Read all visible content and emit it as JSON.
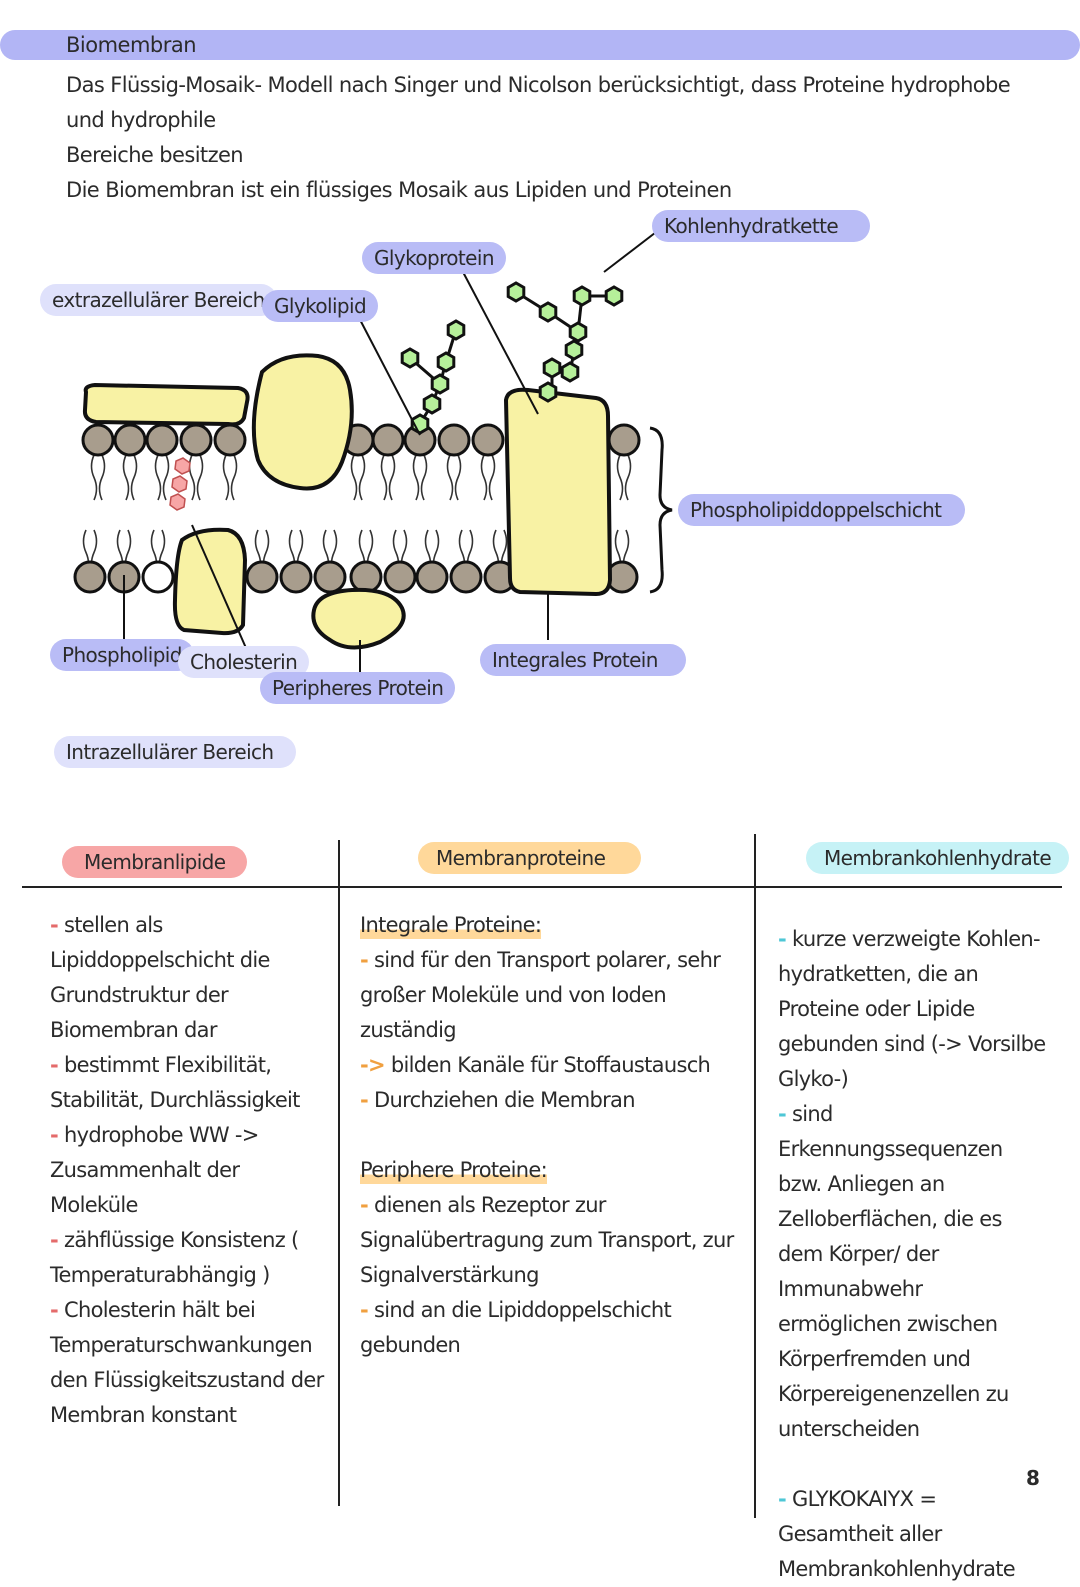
{
  "header": {
    "title": "Biomembran",
    "intro_lines": [
      "Das Flüssig-Mosaik- Modell nach Singer und Nicolson berücksichtigt, dass Proteine hydrophobe und hydrophile",
      "Bereiche besitzen",
      "Die Biomembran ist ein flüssiges Mosaik aus Lipiden und Proteinen"
    ]
  },
  "diagram": {
    "labels": {
      "extracellular": "extrazellulärer Bereich",
      "glycolipid": "Glykolipid",
      "glycoprotein": "Glykoprotein",
      "carbohydrate_chain": "Kohlenhydratkette",
      "bilayer": "Phospholipiddoppelschicht",
      "phospholipid": "Phospholipid",
      "cholesterol": "Cholesterin",
      "peripheral_protein": "Peripheres Protein",
      "integral_protein": "Integrales Protein",
      "intracellular": "Intrazellulärer Bereich"
    },
    "colors": {
      "protein": "#f8f2a4",
      "head": "#a89d8d",
      "sugar": "#b6f09a",
      "cholesterol": "#f7a6a6"
    }
  },
  "table": {
    "headers": {
      "lipids": "Membranlipide",
      "proteins": "Membranproteine",
      "carbs": "Membrankohlenhydrate"
    },
    "lipids": [
      "stellen als Lipiddoppelschicht die Grundstruktur der Biomembran dar",
      "bestimmt Flexibilität, Stabilität, Durchlässigkeit",
      "hydrophobe WW -> Zusammenhalt der Moleküle",
      "zähflüssige Konsistenz ( Temperaturabhängig )",
      "Cholesterin hält bei Temperaturschwankungen den Flüssigkeitszustand der Membran konstant"
    ],
    "proteins": {
      "integral_title": "Integrale Proteine:",
      "integral_items": [
        {
          "dash": "-",
          "text": "sind für den Transport polarer, sehr großer Moleküle und von Ioden zuständig"
        },
        {
          "dash": "->",
          "text": "bilden Kanäle für Stoffaustausch"
        },
        {
          "dash": "-",
          "text": "Durchziehen die Membran"
        }
      ],
      "peripheral_title": "Periphere Proteine:",
      "peripheral_items": [
        "dienen als Rezeptor zur Signalübertragung zum Transport, zur Signalverstärkung",
        "sind an die Lipiddoppelschicht gebunden"
      ]
    },
    "carbs": [
      "kurze verzweigte Kohlen- hydratketten, die an Proteine oder Lipide gebunden sind (-> Vorsilbe Glyko-)",
      "sind Erkennungssequenzen bzw. Anliegen an Zelloberflächen, die es dem Körper/ der Immunabwehr ermöglichen zwischen Körperfremden und Körpereigenenzellen zu unterscheiden",
      "GLYKOKAIYX = Gesamtheit aller Membrankohlenhydrate"
    ]
  },
  "page_number": "8"
}
